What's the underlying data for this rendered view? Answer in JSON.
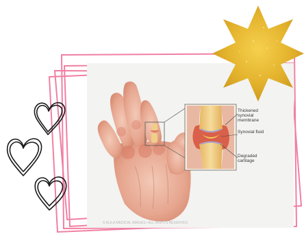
{
  "labels": {
    "thickened_membrane": "Thickened synovial membrane",
    "synovial_fluid": "Synovial fluid",
    "degraded_cartilage": "Degraded cartilage"
  },
  "caption": "© ALILA MEDICAL IMAGES / ALL RIGHTS RESERVED",
  "colors": {
    "frame": "#f07fa3",
    "star": "#e8b92c",
    "hearts": "#1a1a1a",
    "skin": "#e9b4a2",
    "bone": "#f2d08a",
    "synovium": "#d9604a"
  },
  "icons": [
    "gold-star-icon",
    "heart-icon"
  ]
}
